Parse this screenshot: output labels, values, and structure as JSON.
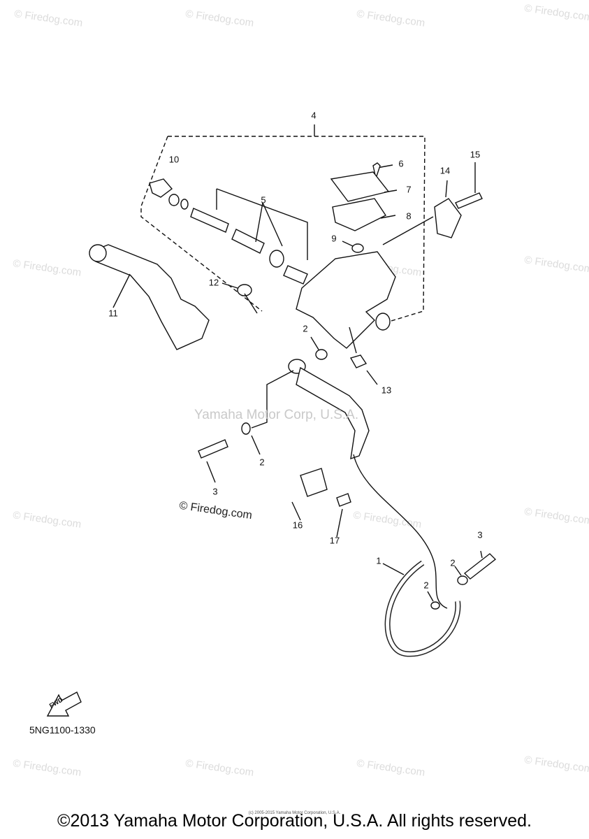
{
  "watermark_text": "© Firedog.com",
  "center_watermark": "Yamaha Motor Corp, U.S.A.",
  "firedog_label": "© Firedog.com",
  "part_code": "5NG1100-1330",
  "fwd_label": "FWD",
  "copyright": "©2013 Yamaha Motor Corporation, U.S.A. All rights reserved.",
  "copyright_small": "(c) 2005-2015 Yamaha Motor Corporation, U.S.A.",
  "callouts": {
    "c1": "1",
    "c2a": "2",
    "c2b": "2",
    "c2c": "2",
    "c2d": "2",
    "c3a": "3",
    "c3b": "3",
    "c4": "4",
    "c5": "5",
    "c6": "6",
    "c7": "7",
    "c8": "8",
    "c9": "9",
    "c10": "10",
    "c11": "11",
    "c12": "12",
    "c13": "13",
    "c14": "14",
    "c15": "15",
    "c16": "16",
    "c17": "17"
  }
}
